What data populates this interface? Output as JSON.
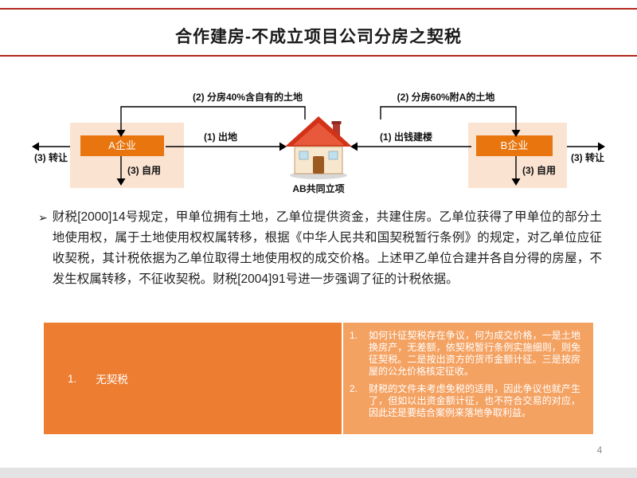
{
  "slide": {
    "title": "合作建房-不成立项目公司分房之契税",
    "page_number": "4"
  },
  "diagram": {
    "company_a": "A企业",
    "company_b": "B企业",
    "house_label": "AB共同立项",
    "arrow_share_a": "(2) 分房40%含自有的土地",
    "arrow_share_b": "(2) 分房60%附A的土地",
    "arrow_provide_land": "(1) 出地",
    "arrow_provide_money": "(1) 出钱建楼",
    "arrow_transfer_left": "(3) 转让",
    "arrow_transfer_right": "(3) 转让",
    "arrow_self_use_a": "(3) 自用",
    "arrow_self_use_b": "(3) 自用"
  },
  "body": {
    "bullet": "➢",
    "paragraph": "财税[2000]14号规定，甲单位拥有土地，乙单位提供资金，共建住房。乙单位获得了甲单位的部分土地使用权，属于土地使用权权属转移，根据《中华人民共和国契税暂行条例》的规定，对乙单位应征收契税，其计税依据为乙单位取得土地使用权的成交价格。上述甲乙单位合建并各自分得的房屋，不发生权属转移，不征收契税。财税[2004]91号进一步强调了征的计税依据。"
  },
  "bottom": {
    "left_item": {
      "number": "1.",
      "text": "无契税"
    },
    "right_items": [
      {
        "number": "1.",
        "text": "如何计征契税存在争议，何为成交价格，一是土地换房产，无差额，依契税暂行条例实施细则，则免征契税。二是按出资方的货币金额计征。三是按房屋的公允价格核定征收。"
      },
      {
        "number": "2.",
        "text": "财税的文件未考虑免税的适用，因此争议也就产生了，但如以出资金额计征，也不符合交易的对应，因此还是要结合案例来落地争取利益。"
      }
    ]
  },
  "colors": {
    "accent_red": "#B3281E",
    "box_orange": "#E8750E",
    "panel_peach": "#FBE3D2",
    "block_orange": "#ED7D31",
    "block_light_orange": "#F4A262"
  }
}
